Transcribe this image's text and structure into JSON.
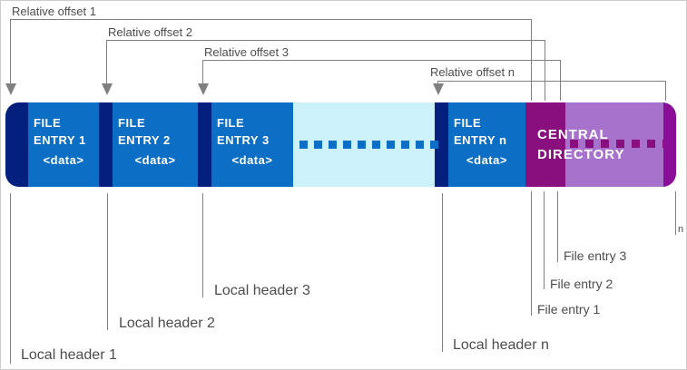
{
  "colors": {
    "navy": "#03207F",
    "blue": "#0D6EC6",
    "cyan": "#CCF1FA",
    "magenta": "#8A0F7E",
    "purple_light": "#A672CB",
    "purple_dark": "#8A0E98",
    "line": "#808080",
    "label": "#4D4D4D",
    "white": "#FFFFFF",
    "border": "#CCCCCC"
  },
  "offsets": [
    {
      "label": "Relative offset 1"
    },
    {
      "label": "Relative offset 2"
    },
    {
      "label": "Relative offset 3"
    },
    {
      "label": "Relative offset n"
    }
  ],
  "bar": {
    "entries": [
      {
        "title_line1": "FILE",
        "title_line2": "ENTRY 1",
        "data": "<data>"
      },
      {
        "title_line1": "FILE",
        "title_line2": "ENTRY 2",
        "data": "<data>"
      },
      {
        "title_line1": "FILE",
        "title_line2": "ENTRY 3",
        "data": "<data>"
      },
      {
        "title_line1": "FILE",
        "title_line2": "ENTRY n",
        "data": "<data>"
      }
    ],
    "central_directory": {
      "line1": "CENTRAL",
      "line2": "DIRECTORY"
    }
  },
  "bottom_labels": {
    "local_header_1": "Local header 1",
    "local_header_2": "Local header 2",
    "local_header_3": "Local header 3",
    "local_header_n": "Local header n",
    "file_entry_1": "File entry 1",
    "file_entry_2": "File entry 2",
    "file_entry_3": "File entry 3",
    "n": "n"
  }
}
